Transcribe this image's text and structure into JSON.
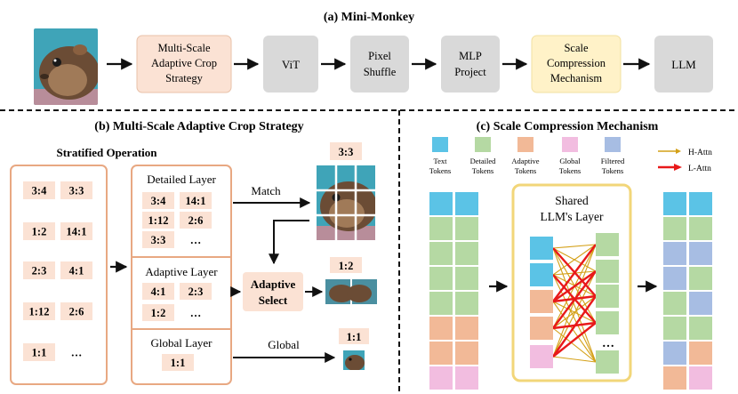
{
  "titles": {
    "a": "(a) Mini-Monkey",
    "b": "(b) Multi-Scale Adaptive Crop Strategy",
    "c": "(c) Scale Compression Mechanism"
  },
  "pipeline": {
    "crop_lines": [
      "Multi-Scale",
      "Adaptive Crop",
      "Strategy"
    ],
    "vit": "ViT",
    "pixel_lines": [
      "Pixel",
      "Shuffle"
    ],
    "mlp_lines": [
      "MLP",
      "Project"
    ],
    "scm_lines": [
      "Scale",
      "Compression",
      "Mechanism"
    ],
    "llm": "LLM"
  },
  "crop": {
    "stratified_title": "Stratified Operation",
    "all_ratios": [
      "3:4",
      "3:3",
      "1:2",
      "14:1",
      "2:3",
      "4:1",
      "1:12",
      "2:6",
      "1:1",
      "…"
    ],
    "detailed": {
      "label": "Detailed Layer",
      "ratios": [
        "3:4",
        "14:1",
        "1:12",
        "2:6",
        "3:3",
        "…"
      ]
    },
    "adaptive": {
      "label": "Adaptive Layer",
      "ratios": [
        "4:1",
        "2:3",
        "1:2",
        "…"
      ]
    },
    "global": {
      "label": "Global Layer",
      "ratios": [
        "1:1"
      ]
    },
    "match_label": "Match",
    "global_label": "Global",
    "select_lines": [
      "Adaptive",
      "Select"
    ],
    "result_33": "3:3",
    "result_12": "1:2",
    "result_11": "1:1"
  },
  "scm": {
    "legend": [
      {
        "lines": [
          "Text",
          "Tokens"
        ],
        "color": "#5bc3e6"
      },
      {
        "lines": [
          "Detailed",
          "Tokens"
        ],
        "color": "#b5d9a3"
      },
      {
        "lines": [
          "Adaptive",
          "Tokens"
        ],
        "color": "#f2b997"
      },
      {
        "lines": [
          "Global",
          "Tokens"
        ],
        "color": "#f2bde0"
      },
      {
        "lines": [
          "Filtered",
          "Tokens"
        ],
        "color": "#a7bde3"
      }
    ],
    "h_attn": "H-Attn",
    "l_attn": "L-Attn",
    "h_color": "#d4a017",
    "l_color": "#e8191a",
    "shared_lines": [
      "Shared",
      "LLM's Layer"
    ],
    "ellipsis": "…"
  },
  "colors": {
    "crop_box": "#fbe2d4",
    "gray_box": "#d9d9d9",
    "scm_box": "#fff2c8",
    "orange_border": "#e8a882",
    "gold_border": "#f2d679"
  }
}
